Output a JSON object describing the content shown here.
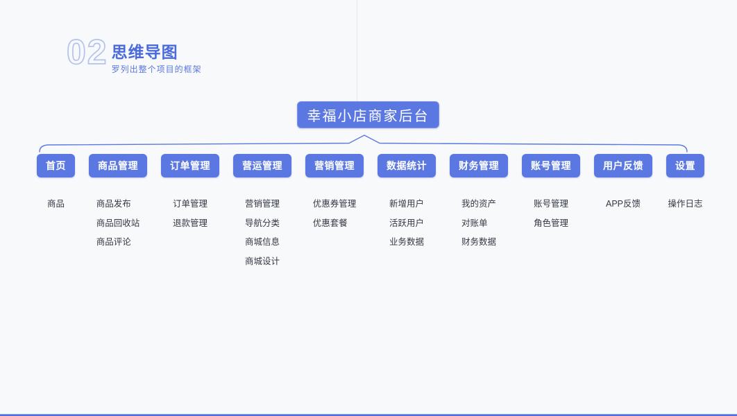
{
  "page": {
    "background": "#f8f9fa",
    "accent_color": "#5b78e2",
    "title_color": "#4a6ade",
    "leaf_text_color": "#343845",
    "outline_number_color": "#b5c2f0"
  },
  "header": {
    "number": "02",
    "title": "思维导图",
    "subtitle": "罗列出整个项目的框架"
  },
  "mindmap": {
    "root": "幸福小店商家后台",
    "branches": [
      {
        "label": "首页",
        "children": [
          "商品"
        ]
      },
      {
        "label": "商品管理",
        "children": [
          "商品发布",
          "商品回收站",
          "商品评论"
        ]
      },
      {
        "label": "订单管理",
        "children": [
          "订单管理",
          "退款管理"
        ]
      },
      {
        "label": "营运管理",
        "children": [
          "营销管理",
          "导航分类",
          "商城信息",
          "商城设计"
        ]
      },
      {
        "label": "营销管理",
        "children": [
          "优惠券管理",
          "优惠套餐"
        ]
      },
      {
        "label": "数据统计",
        "children": [
          "新增用户",
          "活跃用户",
          "业务数据"
        ]
      },
      {
        "label": "财务管理",
        "children": [
          "我的资产",
          "对账单",
          "财务数据"
        ]
      },
      {
        "label": "账号管理",
        "children": [
          "账号管理",
          "角色管理"
        ]
      },
      {
        "label": "用户反馈",
        "children": [
          "APP反馈"
        ]
      },
      {
        "label": "设置",
        "children": [
          "操作日志"
        ]
      }
    ]
  }
}
